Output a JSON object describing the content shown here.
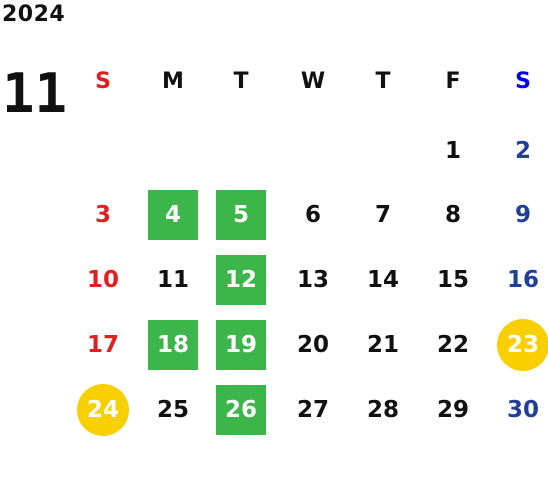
{
  "calendar": {
    "year": "2024",
    "month": "11",
    "weekdays": [
      "S",
      "M",
      "T",
      "W",
      "T",
      "F",
      "S"
    ],
    "weeks": [
      [
        "",
        "",
        "",
        "",
        "",
        "1",
        "2"
      ],
      [
        "3",
        "4",
        "5",
        "6",
        "7",
        "8",
        "9"
      ],
      [
        "10",
        "11",
        "12",
        "13",
        "14",
        "15",
        "16"
      ],
      [
        "17",
        "18",
        "19",
        "20",
        "21",
        "22",
        "23"
      ],
      [
        "24",
        "25",
        "26",
        "27",
        "28",
        "29",
        "30"
      ]
    ],
    "green_days": [
      "4",
      "5",
      "12",
      "18",
      "19",
      "26"
    ],
    "yellow_days": [
      "23",
      "24"
    ]
  },
  "colors": {
    "sunday": "#e02020",
    "saturday": "#1f3f9a",
    "green_highlight": "#3cb54a",
    "yellow_highlight": "#f8cf00"
  }
}
